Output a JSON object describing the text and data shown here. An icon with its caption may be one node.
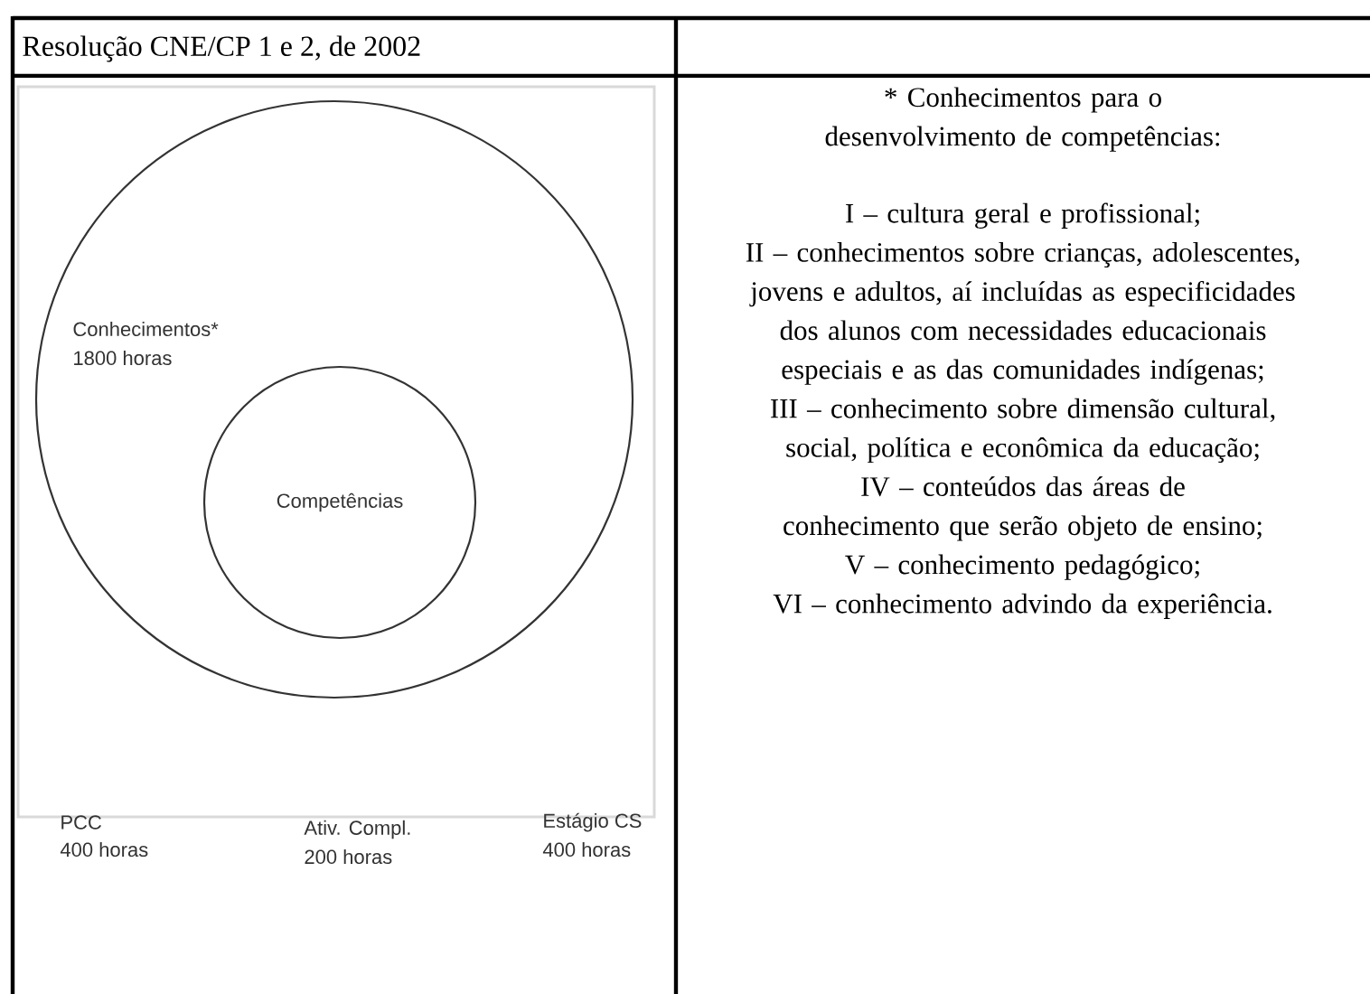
{
  "diagram": {
    "title": "Resolução CNE/CP 1 e 2, de 2002",
    "nodes": [
      {
        "text": [
          "Conhecimentos*",
          "1800 horas"
        ]
      },
      {
        "text": [
          "Competências"
        ],
        "in": 0
      }
    ],
    "labels": [
      "PCC",
      "400 horas",
      "Ativ. Compl.",
      "200 horas",
      "Estágio CS",
      "400 horas",
      "* Conhecimentos para o desenvolvimento de competências:",
      "I – cultura geral e profissional;",
      "II – conhecimentos sobre crianças, adolescentes, jovens e adultos, aí incluídas as especificidades dos alunos com necessidades educacionais especiais e as das comunidades indígenas;",
      "III – conhecimento sobre dimensão cultural, social, política e econômica da educação;",
      "IV – conteúdos das áreas de conhecimento que serão objeto de ensino;",
      "V – conhecimento pedagógico;",
      "VI – conhecimento advindo da experiência."
    ]
  }
}
